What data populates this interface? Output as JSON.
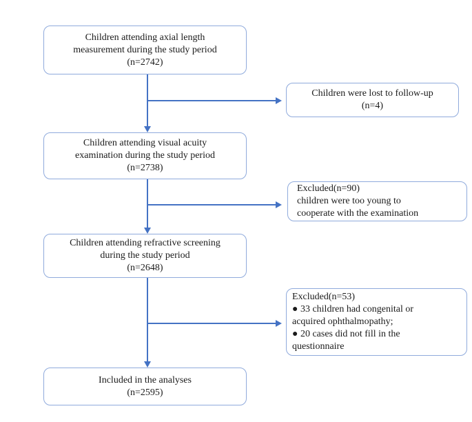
{
  "diagram": {
    "type": "flowchart",
    "description": "Study participant flow diagram",
    "colors": {
      "box_border": "#8FAADC",
      "arrow": "#4472C4",
      "text": "#1a1a1a",
      "background": "#ffffff"
    },
    "boxes": [
      {
        "id": "axial-length-measurement",
        "align": "center",
        "n": 2742,
        "lines": [
          "Children attending axial length",
          "measurement during the study period",
          "(n=2742)"
        ]
      },
      {
        "id": "lost-to-followup",
        "align": "center",
        "n": 4,
        "lines": [
          "Children were lost to follow-up",
          "(n=4)"
        ]
      },
      {
        "id": "visual-acuity-examination",
        "align": "center",
        "n": 2738,
        "lines": [
          "Children attending visual acuity",
          "examination during the study period",
          "(n=2738)"
        ]
      },
      {
        "id": "excluded-too-young",
        "align": "left",
        "n": 90,
        "lines": [
          "Excluded(n=90)",
          "children were too young to",
          "cooperate with the examination"
        ]
      },
      {
        "id": "refractive-screening",
        "align": "center",
        "n": 2648,
        "lines": [
          "Children attending refractive screening",
          "during the study period",
          "(n=2648)"
        ]
      },
      {
        "id": "excluded-ophthalmopathy-questionnaire",
        "align": "left",
        "n": 53,
        "lines": [
          "Excluded(n=53)",
          "● 33 children had congenital or",
          "acquired ophthalmopathy;",
          "● 20 cases did not fill in the",
          "questionnaire"
        ]
      },
      {
        "id": "included-in-analyses",
        "align": "center",
        "n": 2595,
        "lines": [
          "Included in the analyses",
          "(n=2595)"
        ]
      }
    ]
  }
}
